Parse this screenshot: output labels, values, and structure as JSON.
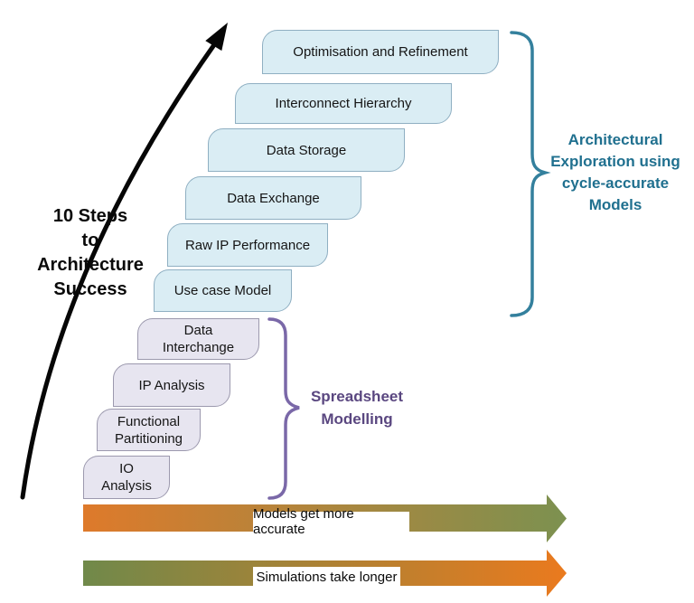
{
  "title": {
    "text": "10 Steps\nto\nArchitecture\nSuccess"
  },
  "steps": [
    {
      "label": "Optimisation and Refinement",
      "group": "cycle-accurate"
    },
    {
      "label": "Interconnect Hierarchy",
      "group": "cycle-accurate"
    },
    {
      "label": "Data Storage",
      "group": "cycle-accurate"
    },
    {
      "label": "Data Exchange",
      "group": "cycle-accurate"
    },
    {
      "label": "Raw IP Performance",
      "group": "cycle-accurate"
    },
    {
      "label": "Use case Model",
      "group": "cycle-accurate"
    },
    {
      "label": "Data\nInterchange",
      "group": "spreadsheet"
    },
    {
      "label": "IP Analysis",
      "group": "spreadsheet"
    },
    {
      "label": "Functional\nPartitioning",
      "group": "spreadsheet"
    },
    {
      "label": "IO\nAnalysis",
      "group": "spreadsheet"
    }
  ],
  "annotations": {
    "architectural": {
      "label": "Architectural\nExploration using\ncycle-accurate\nModels"
    },
    "spreadsheet": {
      "label": "Spreadsheet\nModelling"
    }
  },
  "bottom_arrows": [
    {
      "label": "Models get more accurate",
      "start_color": "#de7a2b",
      "end_color": "#7c9150"
    },
    {
      "label": "Simulations take longer",
      "start_color": "#70894a",
      "end_color": "#ea7a1e"
    }
  ],
  "colors": {
    "cycle_fill": "#daedf4",
    "cycle_border": "#8fafc2",
    "spreadsheet_fill": "#e7e5f0",
    "spreadsheet_border": "#9c99ae",
    "teal_brace": "#34809d",
    "teal_text": "#20708f",
    "purple_brace": "#7a68a8",
    "purple_text": "#5a4780",
    "arrow_black": "#060606"
  }
}
